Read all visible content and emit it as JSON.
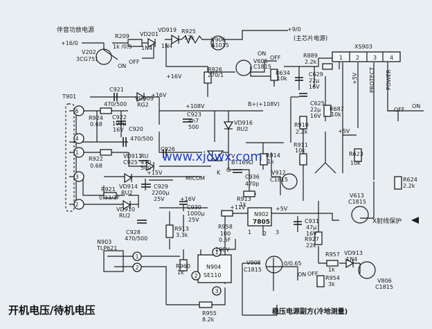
{
  "caption_left": "开机电压/待机电压",
  "caption_right": "稳压电源副方(冷地测量)",
  "watermark": "www.xjdwx.com",
  "colors": {
    "background": "#e9eef2",
    "ink": "#1c1c1c",
    "watermark": "#1e3fd0"
  },
  "labels": {
    "audio_power": "伴音功放电源",
    "v16_0": "+16/0",
    "v202": "V202",
    "v202_type": "3CG751",
    "r209": "R209",
    "r209_val": "1k /0.5",
    "vd201": "VD201",
    "vd201_type": "1N4",
    "vd919": "VD919",
    "vd919_type": "1N4",
    "r925": "R925",
    "r925_val": "12k",
    "v906": "V906",
    "v906_type": "A1015",
    "v9_0": "+9/0",
    "main_chip_power": "(主芯片电源)",
    "on_a": "ON",
    "off_a": "OFF",
    "v16v_a": "+16V",
    "r926": "R926",
    "r926_val": "270/1",
    "v605": "V605",
    "v605_type": "C1815",
    "on_b": "ON",
    "off_b": "OFF",
    "r634": "R634",
    "r634_val": "10k",
    "r889": "R889",
    "r889_val": "2.2k",
    "c629": "C629",
    "c629_val": "22μ",
    "c629_v": "16V",
    "xs903": "XS903",
    "pin1": "1",
    "pin2": "2",
    "pin3": "3",
    "pin4": "4",
    "v5v_a": "+5V",
    "protect": "PROTECT",
    "power": "POWER",
    "t901": "T901",
    "c921": "C921",
    "c921_val": "470/500",
    "vd909": "VD909",
    "vd909_type": "RG2",
    "v16v_b": "+16V",
    "v108v": "+108V",
    "b_plus": "B+(+108V)",
    "c625": "C625",
    "c625_val": "22μ",
    "c625_v": "16V",
    "r687": "R687",
    "r687_val": "10k",
    "off_c": "OFF",
    "on_c": "ON",
    "pin6": "6",
    "r924": "R924",
    "r924_val": "0.68",
    "c922": "C922",
    "c922_val": "100μ",
    "c922_v": "16V",
    "c923": "C923",
    "c923_val": "4n7",
    "c923_v": "500",
    "vd916": "VD916",
    "vd916_type": "RU2",
    "c920": "C920",
    "c920_val": "470/500",
    "r910": "R910",
    "r910_val": "2.2k",
    "v5v_b": "+5V",
    "pin4_t": "4",
    "pin1_t": "1",
    "r922": "R922",
    "r922_val": "0.68",
    "c926": "C926",
    "c925": "C925",
    "c925_val": "470",
    "c925_v": "500",
    "vd911": "VD911",
    "ru_lbl": "RU",
    "v_bt": "V",
    "bt169d": "BT169D",
    "g_lbl": "G",
    "k_lbl": "K",
    "r914": "R914",
    "r914_val": "1k",
    "r911": "R911",
    "r911_val": "10k",
    "r623": "R623",
    "r623_val": "10k",
    "v15v": "+15V",
    "vd914": "VD914",
    "vd914_type": "RU2",
    "c929": "C929",
    "c929_val": "2200μ",
    "c929_v": "25V",
    "micom": "MICOM",
    "c936": "C936",
    "c936_val": "470p",
    "v912": "V912",
    "v912_type": "C1815",
    "r624": "R624",
    "r624_val": "2.2k",
    "pin3_t": "3",
    "r921": "R921",
    "r921_val": "0.33/1F",
    "r913": "R913",
    "r913_val": "1k",
    "v613": "V613",
    "v613_type": "C1815",
    "pin2_t": "2",
    "vd910": "VD910",
    "vd910_type": "RU2",
    "v16v_c": "+16V",
    "c930": "C930",
    "c930_val": "1000μ",
    "c930_v": "25V",
    "v11v": "+11V",
    "n902": "N902",
    "n902_type": "7805",
    "v5v_c": "+5V",
    "c931": "C931",
    "c931_val": "47μ",
    "c931_v": "16V",
    "xray": "X射线保护",
    "c928": "C928",
    "c928_val": "470/500",
    "r958": "R958",
    "r958_val": "100",
    "r958_p": "0.5F",
    "r912_lbl": "R913",
    "r912_val": "3.3k",
    "n902_pin1": "1",
    "n902_pin2": "2",
    "n902_pin3": "3",
    "r927": "R927",
    "r927_val": "22k",
    "n903": "N903",
    "n903_type": "TLP621",
    "v108v_b": "108V",
    "n904": "N904",
    "n904_type": "SE110",
    "r960": "R960",
    "r960_val": "1k",
    "v908": "V908",
    "v908_type": "C1815",
    "v0_065": "0/0.65",
    "r957": "R957",
    "r957_val": "1k",
    "vd913": "VD913",
    "vd913_type": "1N4",
    "on_d": "ON",
    "off_d": "OFF",
    "r954": "R954",
    "r954_val": "3k",
    "v806": "V806",
    "v806_type": "C1815",
    "opto1": "1",
    "opto2": "2",
    "ic1": "1",
    "ic2": "2",
    "ic3": "3",
    "r955": "R955",
    "r955_val": "8.2k"
  }
}
